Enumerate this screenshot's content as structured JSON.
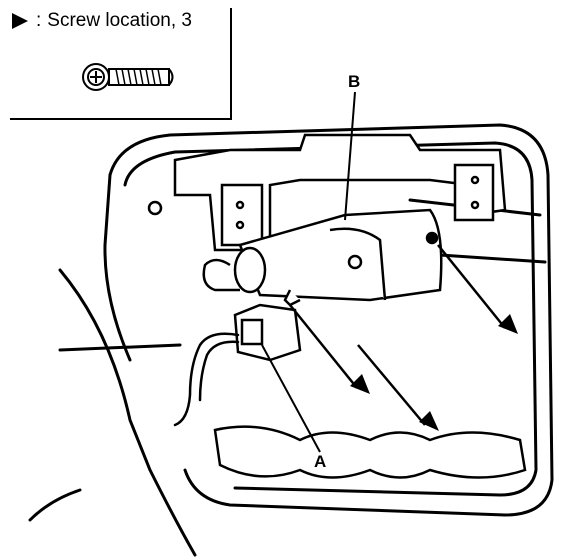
{
  "legend": {
    "marker_icon": "filled-triangle-pointer",
    "marker_separator": ":",
    "text": "Screw location, 3"
  },
  "callouts": {
    "a": "A",
    "b": "B"
  },
  "colors": {
    "ink": "#000000",
    "paper": "#ffffff"
  }
}
